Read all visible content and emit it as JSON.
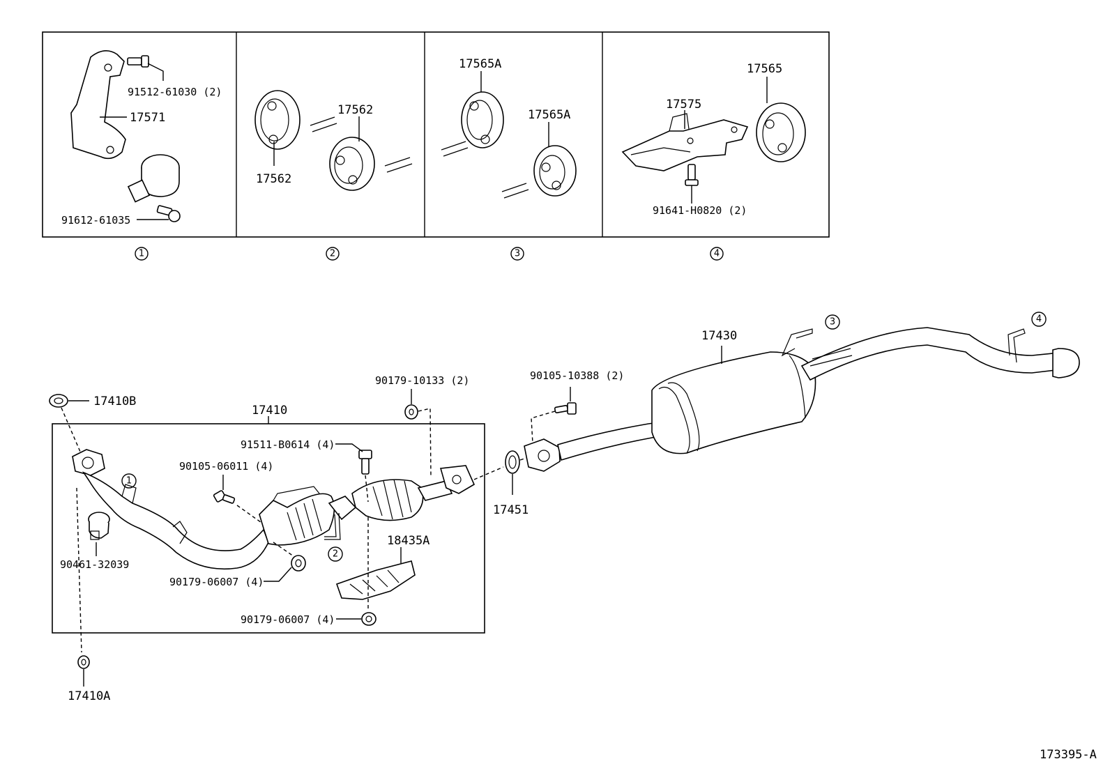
{
  "diagram_id": "173395-A",
  "insets": [
    {
      "number": "1",
      "labels": {
        "bolt": "91512-61030 (2)",
        "bracket": "17571",
        "clamp_bolt": "91612-61035"
      }
    },
    {
      "number": "2",
      "labels": {
        "hanger_top": "17562",
        "hanger_bottom": "17562"
      }
    },
    {
      "number": "3",
      "labels": {
        "hanger_top": "17565A",
        "hanger_right": "17565A"
      }
    },
    {
      "number": "4",
      "labels": {
        "bracket": "17575",
        "hanger": "17565",
        "bolt": "91641-H0820 (2)"
      }
    }
  ],
  "main_labels": {
    "gasket_top": "17410B",
    "front_pipe_assy": "17410",
    "clamp": "90461-32039",
    "nut_bottom": "17410A",
    "bolt_front": "90105-06011 (4)",
    "nut_front": "90179-06007 (4)",
    "bolt_upper": "91511-B0614 (4)",
    "nut_upper": "90179-10133 (2)",
    "heat_insulator": "18435A",
    "nut_lower": "90179-06007 (4)",
    "gasket_mid": "17451",
    "bolt_tail": "90105-10388 (2)",
    "tail_pipe_assy": "17430"
  },
  "callouts": {
    "c1": "1",
    "c2": "2",
    "c3": "3",
    "c4": "4"
  }
}
